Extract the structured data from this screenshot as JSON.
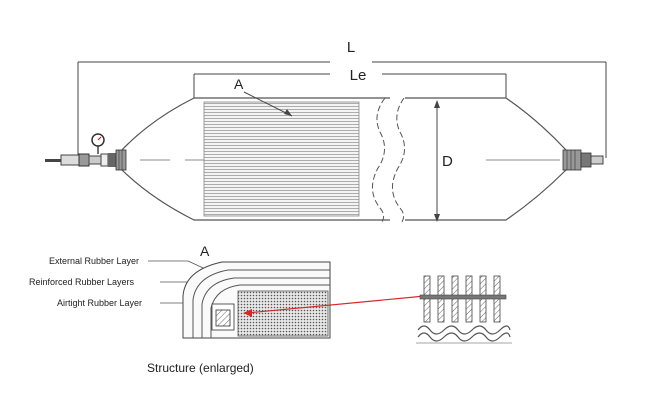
{
  "dimensions": {
    "overall_length": "L",
    "effective_length": "Le",
    "diameter": "D"
  },
  "section_marker": "A",
  "layers": {
    "external": "External Rubber Layer",
    "reinforced": "Reinforced Rubber Layers",
    "airtight": "Airtight Rubber Layer"
  },
  "caption": "Structure (enlarged)"
}
